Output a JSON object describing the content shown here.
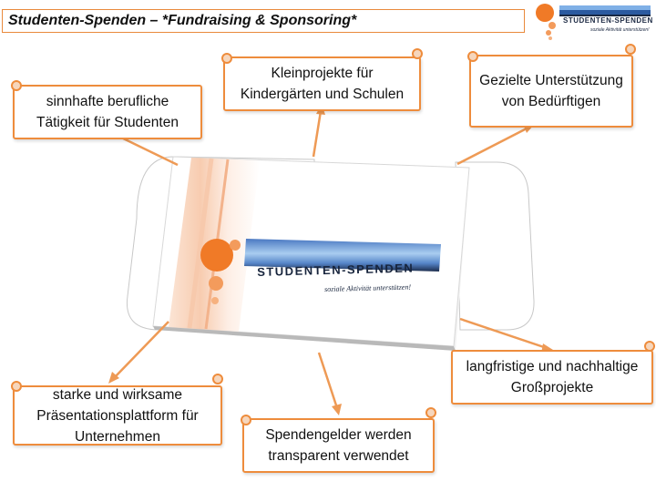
{
  "title": "Studenten-Spenden – *Fundraising & Sponsoring*",
  "logo": {
    "name": "STUDENTEN-SPENDEN",
    "tagline": "soziale Aktivität unterstützen!"
  },
  "center": {
    "name": "STUDENTEN-SPENDEN",
    "tagline": "soziale Aktivität unterstützen!"
  },
  "boxes": {
    "taetigkeit": "sinnhafte berufliche Tätigkeit für Studenten",
    "kleinprojekte": "Kleinprojekte für Kindergärten und Schulen",
    "unterstuetzung": "Gezielte Unterstützung von Bedürftigen",
    "grossprojekte": "langfristige und nachhaltige Großprojekte",
    "spendengelder": "Spendengelder werden transparent verwendet",
    "praesentation": "starke und wirksame Präsentationsplattform für Unternehmen"
  },
  "colors": {
    "accent": "#ee8c3c",
    "dark_blue": "#17243c",
    "light_blue": "#a9cdf0"
  }
}
